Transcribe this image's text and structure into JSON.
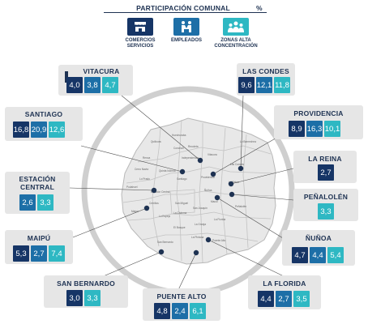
{
  "legend": {
    "title": "PARTICIPACIÓN COMUNAL",
    "percent": "%",
    "items": [
      {
        "label_line1": "COMERCIOS",
        "label_line2": "SERVICIOS",
        "color": "#163566",
        "icon": "store-icon"
      },
      {
        "label_line1": "EMPLEADOS",
        "label_line2": "",
        "color": "#1d6fa7",
        "icon": "handshake-icon"
      },
      {
        "label_line1": "ZONAS ALTA",
        "label_line2": "CONCENTRACIÓN",
        "color": "#2eb8c3",
        "icon": "people-group-icon"
      }
    ]
  },
  "communes": {
    "vitacura": {
      "name": "VITACURA",
      "comercios": "4,0",
      "empleados": "3,8",
      "zonas": "4,7"
    },
    "las_condes": {
      "name": "LAS CONDES",
      "comercios": "9,6",
      "empleados": "12,1",
      "zonas": "11,8"
    },
    "santiago": {
      "name": "SANTIAGO",
      "comercios": "16,8",
      "empleados": "20,9",
      "zonas": "12,6"
    },
    "providencia": {
      "name": "PROVIDENCIA",
      "comercios": "8,9",
      "empleados": "16,3",
      "zonas": "10,1"
    },
    "la_reina": {
      "name": "LA REINA",
      "comercios": "2,7"
    },
    "estacion_central": {
      "name_line1": "ESTACIÓN",
      "name_line2": "CENTRAL",
      "empleados": "2,6",
      "zonas": "3,3"
    },
    "penalolen": {
      "name": "PEÑALOLÉN",
      "zonas": "3,3"
    },
    "maipu": {
      "name": "MAIPÚ",
      "comercios": "5,3",
      "empleados": "2,7",
      "zonas": "7,4"
    },
    "nunoa": {
      "name": "ÑUÑOA",
      "comercios": "4,7",
      "empleados": "4,4",
      "zonas": "5,4"
    },
    "san_bernardo": {
      "name": "SAN BERNARDO",
      "comercios": "3,0",
      "zonas": "3,3"
    },
    "puente_alto": {
      "name": "PUENTE ALTO",
      "comercios": "4,8",
      "empleados": "2,4",
      "zonas": "6,1"
    },
    "la_florida": {
      "name": "LA FLORIDA",
      "comercios": "4,4",
      "empleados": "2,7",
      "zonas": "3,5"
    }
  },
  "map_labels": [
    "Quilicura",
    "Huechuraba",
    "Conchalí",
    "Recoleta",
    "Renca",
    "Independencia",
    "Vitacura",
    "Lo Barnechea",
    "Las Condes",
    "Cerro Navia",
    "Quinta Normal",
    "Lo Prado",
    "Pudahuel",
    "Santiago",
    "Providencia",
    "Ñuñoa",
    "La Reina",
    "Estación Central",
    "Cerrillos",
    "Maipú",
    "San Miguel",
    "Macul",
    "Peñalolén",
    "Lo Espejo",
    "La Cisterna",
    "San Joaquín",
    "La Granja",
    "La Florida",
    "El Bosque",
    "La Pintana",
    "San Bernardo",
    "Puente Alto"
  ]
}
